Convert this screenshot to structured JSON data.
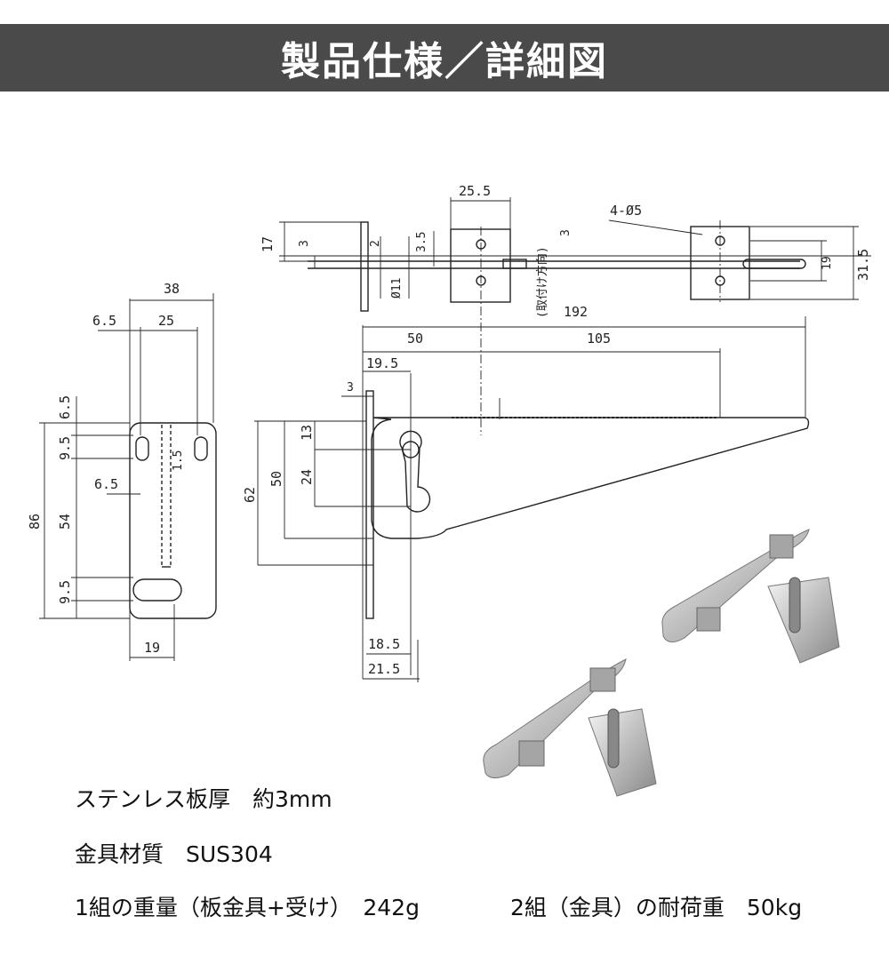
{
  "header": {
    "title": "製品仕様／詳細図"
  },
  "dimensions": {
    "front_view": {
      "width_38": "38",
      "offset_6_5_top": "6.5",
      "hole_span_25": "25",
      "top_margin_6_5": "6.5",
      "hole_9_5_top": "9.5",
      "hole_offset_6_5": "6.5",
      "height_86": "86",
      "span_54": "54",
      "hole_9_5_bottom": "9.5",
      "bottom_19": "19",
      "slot_mark": "1.5"
    },
    "top_view": {
      "h_17": "17",
      "h_3": "3",
      "h_2": "2",
      "h_3_5": "3.5",
      "phi_11": "Ø11",
      "plate_25_5": "25.5",
      "thickness_3": "3",
      "direction_label": "(取付け方向)",
      "holes_4_phi5": "4-Ø5",
      "h_19": "19",
      "h_31_5": "31.5",
      "len_192": "192"
    },
    "side_view": {
      "len_50": "50",
      "len_105": "105",
      "len_19_5": "19.5",
      "len_3": "3",
      "h_13": "13",
      "h_24": "24",
      "h_50": "50",
      "h_62": "62",
      "w_18_5": "18.5",
      "w_21_5": "21.5"
    }
  },
  "specs": {
    "line1": "ステンレス板厚　約3mm",
    "line2": "金具材質　SUS304",
    "line3_a": "1組の重量（板金具+受け）　242g",
    "line3_b": "2組（金具）の耐荷重　50kg"
  },
  "colors": {
    "header_bg": "#4a4a4a",
    "line": "#222222",
    "steel": "#c9c9c9"
  }
}
